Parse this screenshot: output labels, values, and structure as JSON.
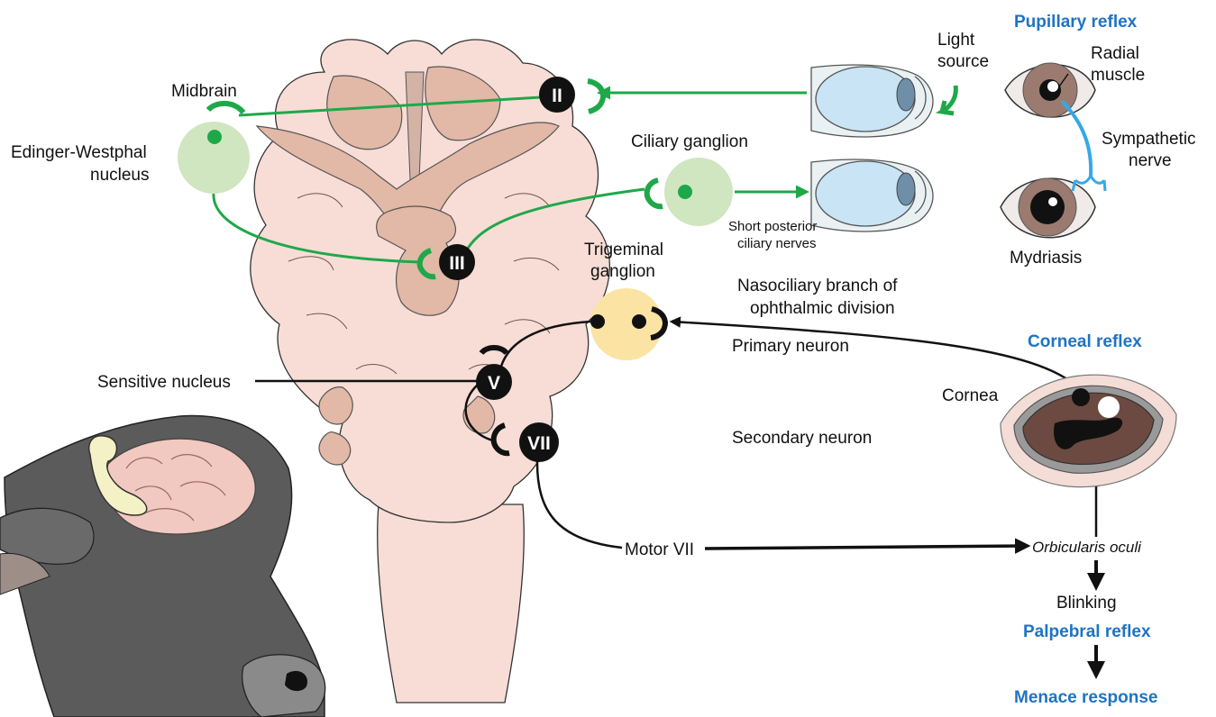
{
  "labels": {
    "midbrain": "Midbrain",
    "edinger_1": "Edinger-Westphal",
    "edinger_2": "nucleus",
    "light_1": "Light",
    "light_2": "source",
    "pupillary_reflex": "Pupillary reflex",
    "radial_1": "Radial",
    "radial_2": "muscle",
    "sympathetic_1": "Sympathetic",
    "sympathetic_2": "nerve",
    "mydriasis": "Mydriasis",
    "ciliary_ganglion": "Ciliary ganglion",
    "short_post_1": "Short posterior",
    "short_post_2": "ciliary nerves",
    "trigeminal_1": "Trigeminal",
    "trigeminal_2": "ganglion",
    "nasociliary_1": "Nasociliary branch of",
    "nasociliary_2": "ophthalmic division",
    "primary_neuron": "Primary neuron",
    "corneal_reflex": "Corneal reflex",
    "cornea": "Cornea",
    "sensitive_nucleus": "Sensitive nucleus",
    "secondary_neuron": "Secondary neuron",
    "motor_vii": "Motor VII",
    "orbicularis": "Orbicularis oculi",
    "blinking": "Blinking",
    "palpebral_reflex": "Palpebral reflex",
    "menace_response": "Menace response"
  },
  "nerves": {
    "ii": "II",
    "iii": "III",
    "v": "V",
    "vii": "VII"
  },
  "colors": {
    "pathway_green": "#1fa84a",
    "reflex_blue": "#1f73c4",
    "sympathetic_blue": "#35a9e6",
    "ganglion_green": "#cfe6c0",
    "ganglion_yellow": "#fbe3a3",
    "brain_pink": "#f7ddd6"
  }
}
